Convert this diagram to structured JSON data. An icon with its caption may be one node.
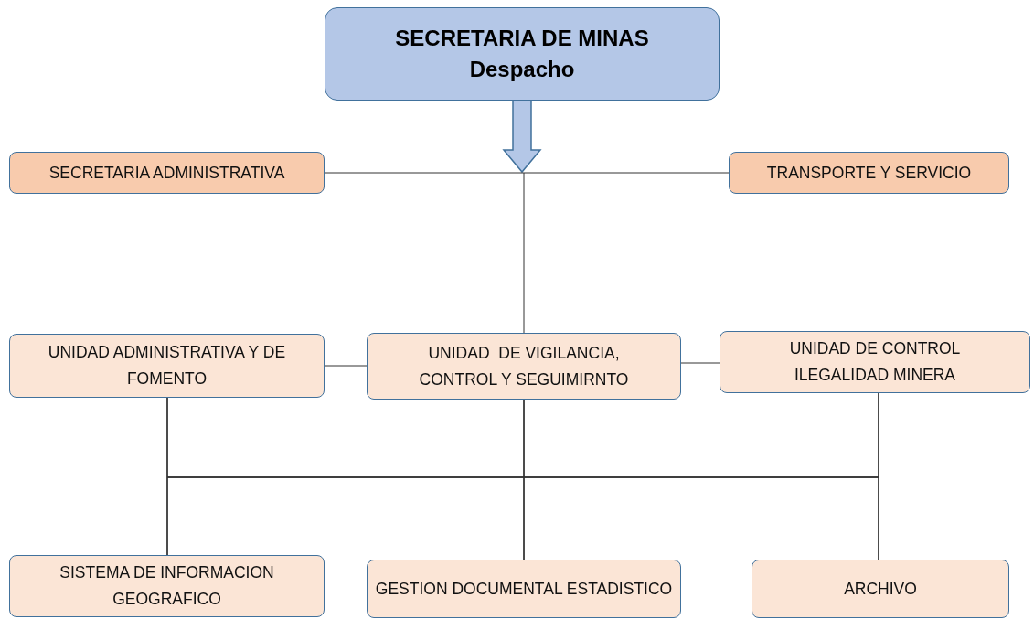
{
  "diagram": {
    "nodes": [
      {
        "text": [
          "SECRETARIA DE MINAS",
          "Despacho"
        ]
      },
      {
        "text": [
          "SECRETARIA ADMINISTRATIVA"
        ]
      },
      {
        "text": [
          "TRANSPORTE Y SERVICIO"
        ]
      },
      {
        "text": [
          "UNIDAD ADMINISTRATIVA Y DE FOMENTO"
        ]
      },
      {
        "text": [
          "UNIDAD  DE VIGILANCIA, CONTROL Y SEGUIMIRNTO"
        ]
      },
      {
        "text": [
          "UNIDAD DE CONTROL ILEGALIDAD MINERA"
        ]
      },
      {
        "text": [
          "SISTEMA DE INFORMACION GEOGRAFICO"
        ]
      },
      {
        "text": [
          "GESTION DOCUMENTAL ESTADISTICO"
        ]
      },
      {
        "text": [
          "ARCHIVO"
        ]
      }
    ],
    "edges": [
      {
        "from": 0,
        "to": null,
        "arrow": "to"
      },
      {
        "from": 1,
        "to": 2,
        "arrow": "none"
      },
      {
        "from": null,
        "to": 4,
        "arrow": "none"
      },
      {
        "from": 3,
        "to": 4,
        "arrow": "none"
      },
      {
        "from": 4,
        "to": 5,
        "arrow": "none"
      },
      {
        "from": 3,
        "to": 6,
        "arrow": "none"
      },
      {
        "from": 3,
        "to": 7,
        "arrow": "none"
      },
      {
        "from": 3,
        "to": 8,
        "arrow": "none"
      },
      {
        "from": 4,
        "to": 6,
        "arrow": "none"
      },
      {
        "from": 4,
        "to": 7,
        "arrow": "none"
      },
      {
        "from": 4,
        "to": 8,
        "arrow": "none"
      },
      {
        "from": 5,
        "to": 6,
        "arrow": "none"
      },
      {
        "from": 5,
        "to": 7,
        "arrow": "none"
      },
      {
        "from": 5,
        "to": 8,
        "arrow": "none"
      }
    ]
  }
}
